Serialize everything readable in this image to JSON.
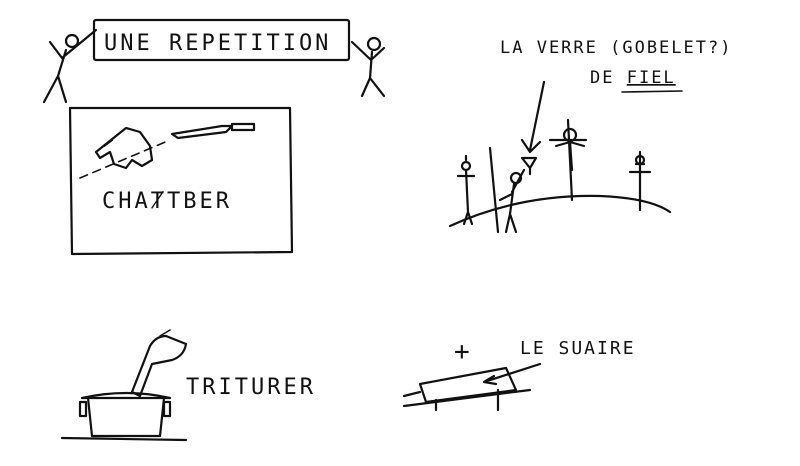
{
  "banner": {
    "text": "UNE REPETITION"
  },
  "card": {
    "word": "CHAȾTBER"
  },
  "crucifixion": {
    "caption_line1": "LA VERRE (GOBELET?)",
    "caption_line2_prefix": "DE ",
    "caption_line2_word": "FIEL"
  },
  "mortar": {
    "word": "TRITURER"
  },
  "shroud": {
    "plus": "+",
    "word": "LE SUAIRE"
  }
}
